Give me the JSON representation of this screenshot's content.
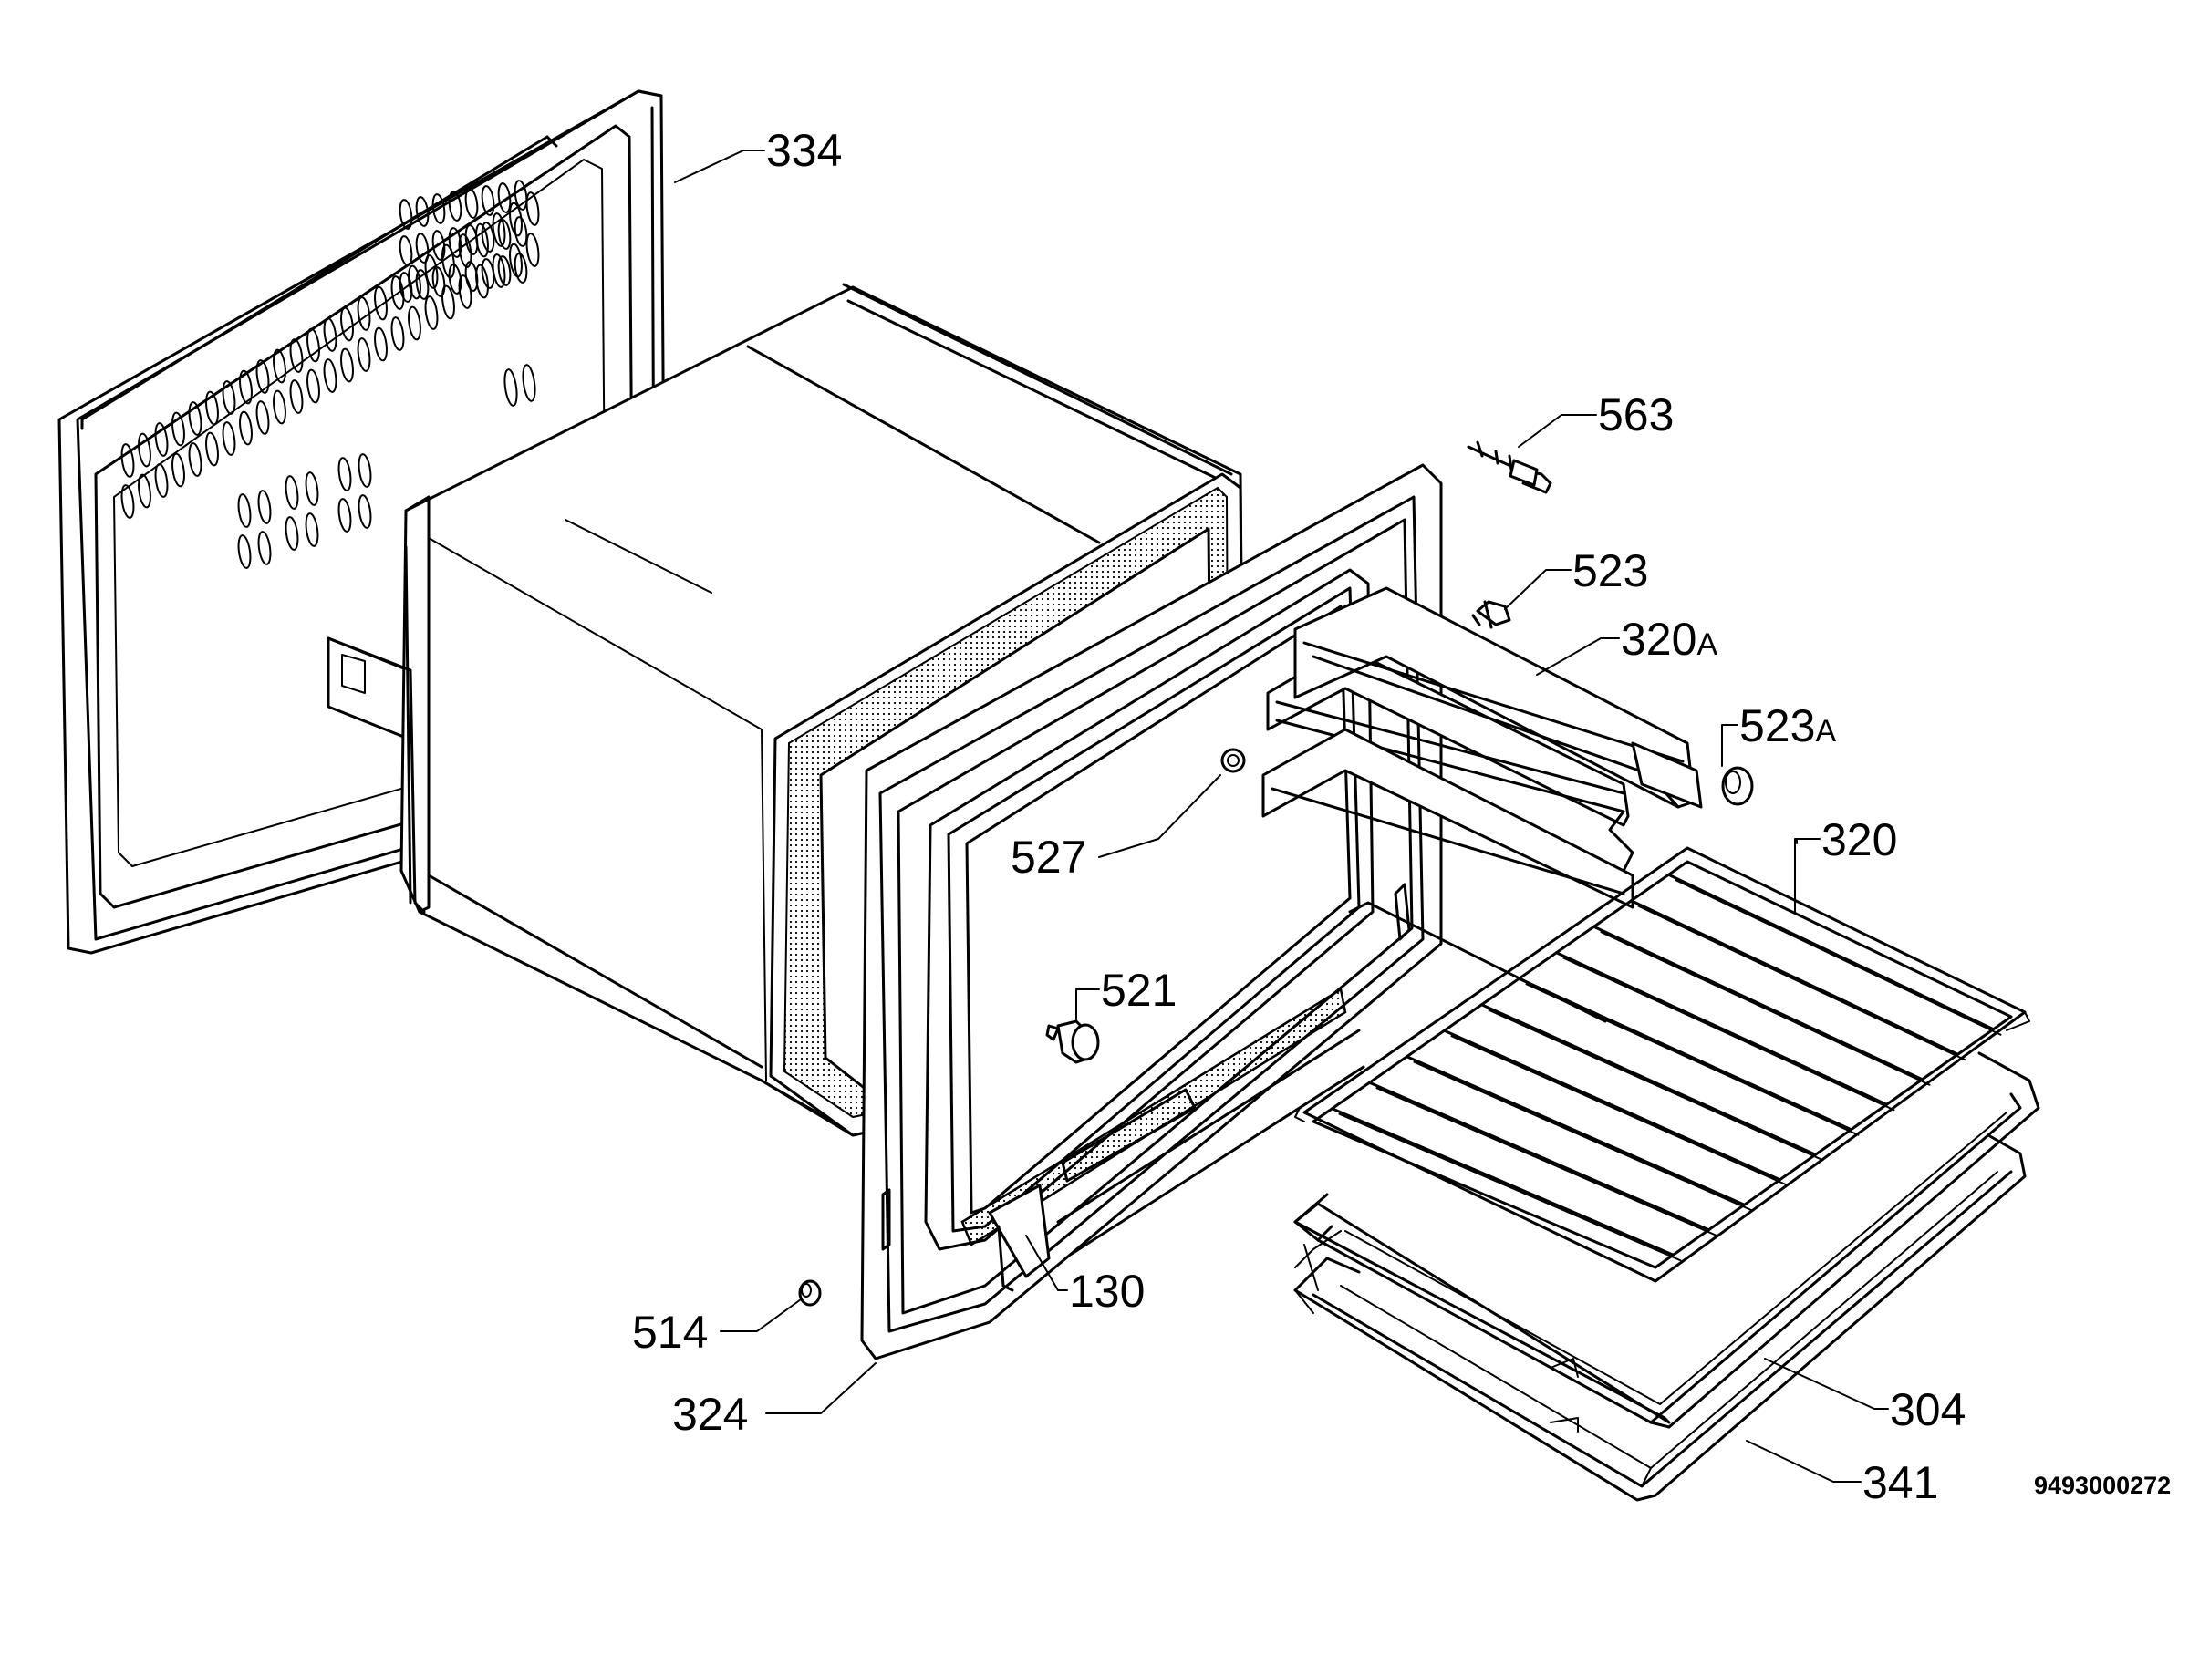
{
  "diagram": {
    "callouts": [
      {
        "id": "334",
        "text": "334",
        "suffix": ""
      },
      {
        "id": "563",
        "text": "563",
        "suffix": ""
      },
      {
        "id": "523",
        "text": "523",
        "suffix": ""
      },
      {
        "id": "320A",
        "text": "320",
        "suffix": "A"
      },
      {
        "id": "523A",
        "text": "523",
        "suffix": "A"
      },
      {
        "id": "320",
        "text": "320",
        "suffix": ""
      },
      {
        "id": "527",
        "text": "527",
        "suffix": ""
      },
      {
        "id": "521",
        "text": "521",
        "suffix": ""
      },
      {
        "id": "130",
        "text": "130",
        "suffix": ""
      },
      {
        "id": "514",
        "text": "514",
        "suffix": ""
      },
      {
        "id": "324",
        "text": "324",
        "suffix": ""
      },
      {
        "id": "304",
        "text": "304",
        "suffix": ""
      },
      {
        "id": "341",
        "text": "341",
        "suffix": ""
      }
    ],
    "drawing_code": "9493000272"
  }
}
